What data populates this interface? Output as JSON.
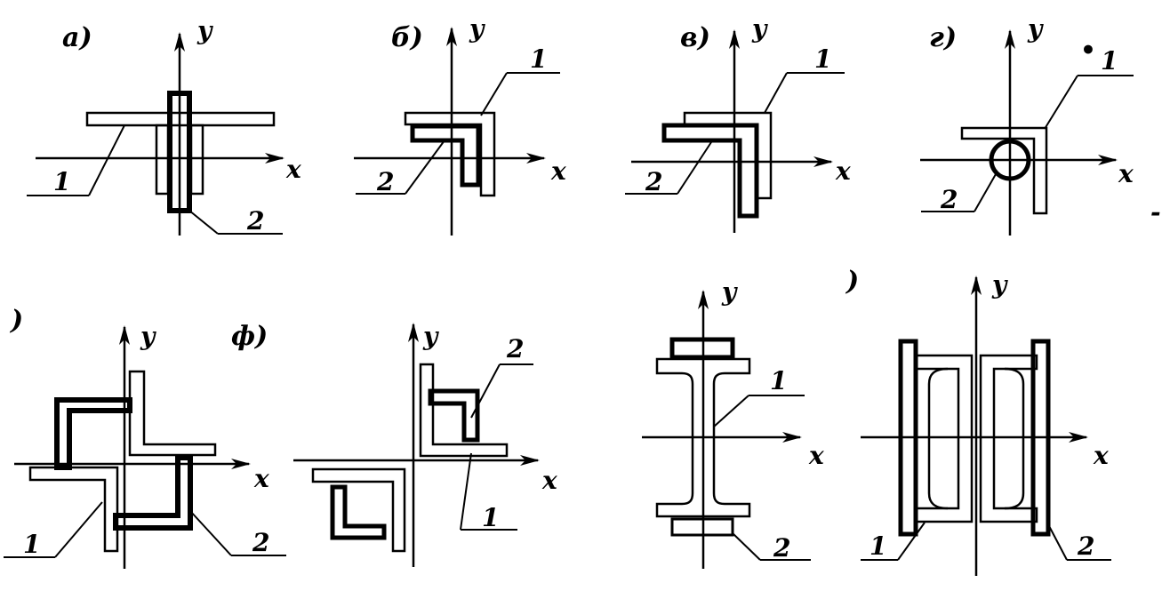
{
  "figures": [
    {
      "id": "a",
      "label": "а)",
      "x_axis": "x",
      "y_axis": "y",
      "part1": "1",
      "part2": "2"
    },
    {
      "id": "b",
      "label": "б)",
      "x_axis": "x",
      "y_axis": "y",
      "part1": "1",
      "part2": "2"
    },
    {
      "id": "v",
      "label": "в)",
      "x_axis": "x",
      "y_axis": "y",
      "part1": "1",
      "part2": "2"
    },
    {
      "id": "g",
      "label": "г)",
      "x_axis": "x",
      "y_axis": "y",
      "part1": "1",
      "part2": "2"
    },
    {
      "id": "e",
      "label": ")",
      "x_axis": "x",
      "y_axis": "y",
      "part1": "1",
      "part2": "2"
    },
    {
      "id": "f",
      "label": "ф)",
      "x_axis": "x",
      "y_axis": "y",
      "part1": "1",
      "part2": "2"
    },
    {
      "id": "h",
      "label": "",
      "x_axis": "x",
      "y_axis": "y",
      "part1": "1",
      "part2": "2"
    },
    {
      "id": "i",
      "label": ")",
      "x_axis": "x",
      "y_axis": "y",
      "part1": "1",
      "part2": "2"
    }
  ],
  "stray_marks": [
    "•",
    "-",
    "'"
  ]
}
